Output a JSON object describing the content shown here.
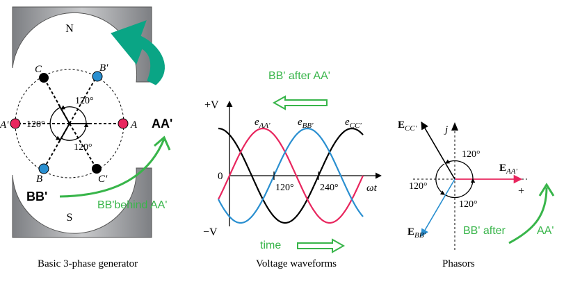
{
  "generator": {
    "north_label": "N",
    "south_label": "S",
    "terminals": {
      "a": "A",
      "a_prime": "A'",
      "b": "B",
      "b_prime": "B'",
      "c": "C",
      "c_prime": "C'"
    },
    "angle_top": "120°",
    "angle_left": "120°",
    "angle_bottom": "120°",
    "caption": "Basic 3-phase generator",
    "annotation_aa": "AA'",
    "annotation_bb": "BB'",
    "annotation_behind": "BB'behind AA'"
  },
  "waveforms": {
    "pos_v": "+V",
    "neg_v": "−V",
    "zero": "0",
    "tick_120": "120°",
    "tick_240": "240°",
    "x_axis": "ωt",
    "label_aa": "e",
    "label_aa_sub": "AA'",
    "label_bb": "e",
    "label_bb_sub": "BB'",
    "label_cc": "e",
    "label_cc_sub": "CC'",
    "annotation_top": "BB' after AA'",
    "annotation_time": "time",
    "caption": "Voltage waveforms"
  },
  "phasors": {
    "j_label": "j",
    "plus_label": "+",
    "e": "E",
    "ecc_sub": "CC'",
    "eaa_sub": "AA'",
    "ebb_sub": "BB'",
    "angle_top": "120°",
    "angle_left": "120°",
    "angle_bottom": "120°",
    "annotation": "BB' after",
    "annotation_aa": "AA'",
    "caption": "Phasors"
  },
  "colors": {
    "red": "#e8265e",
    "blue": "#2a8fd0",
    "green": "#38b54a",
    "teal": "#0aa585",
    "magnet": "#9a9ca0"
  }
}
